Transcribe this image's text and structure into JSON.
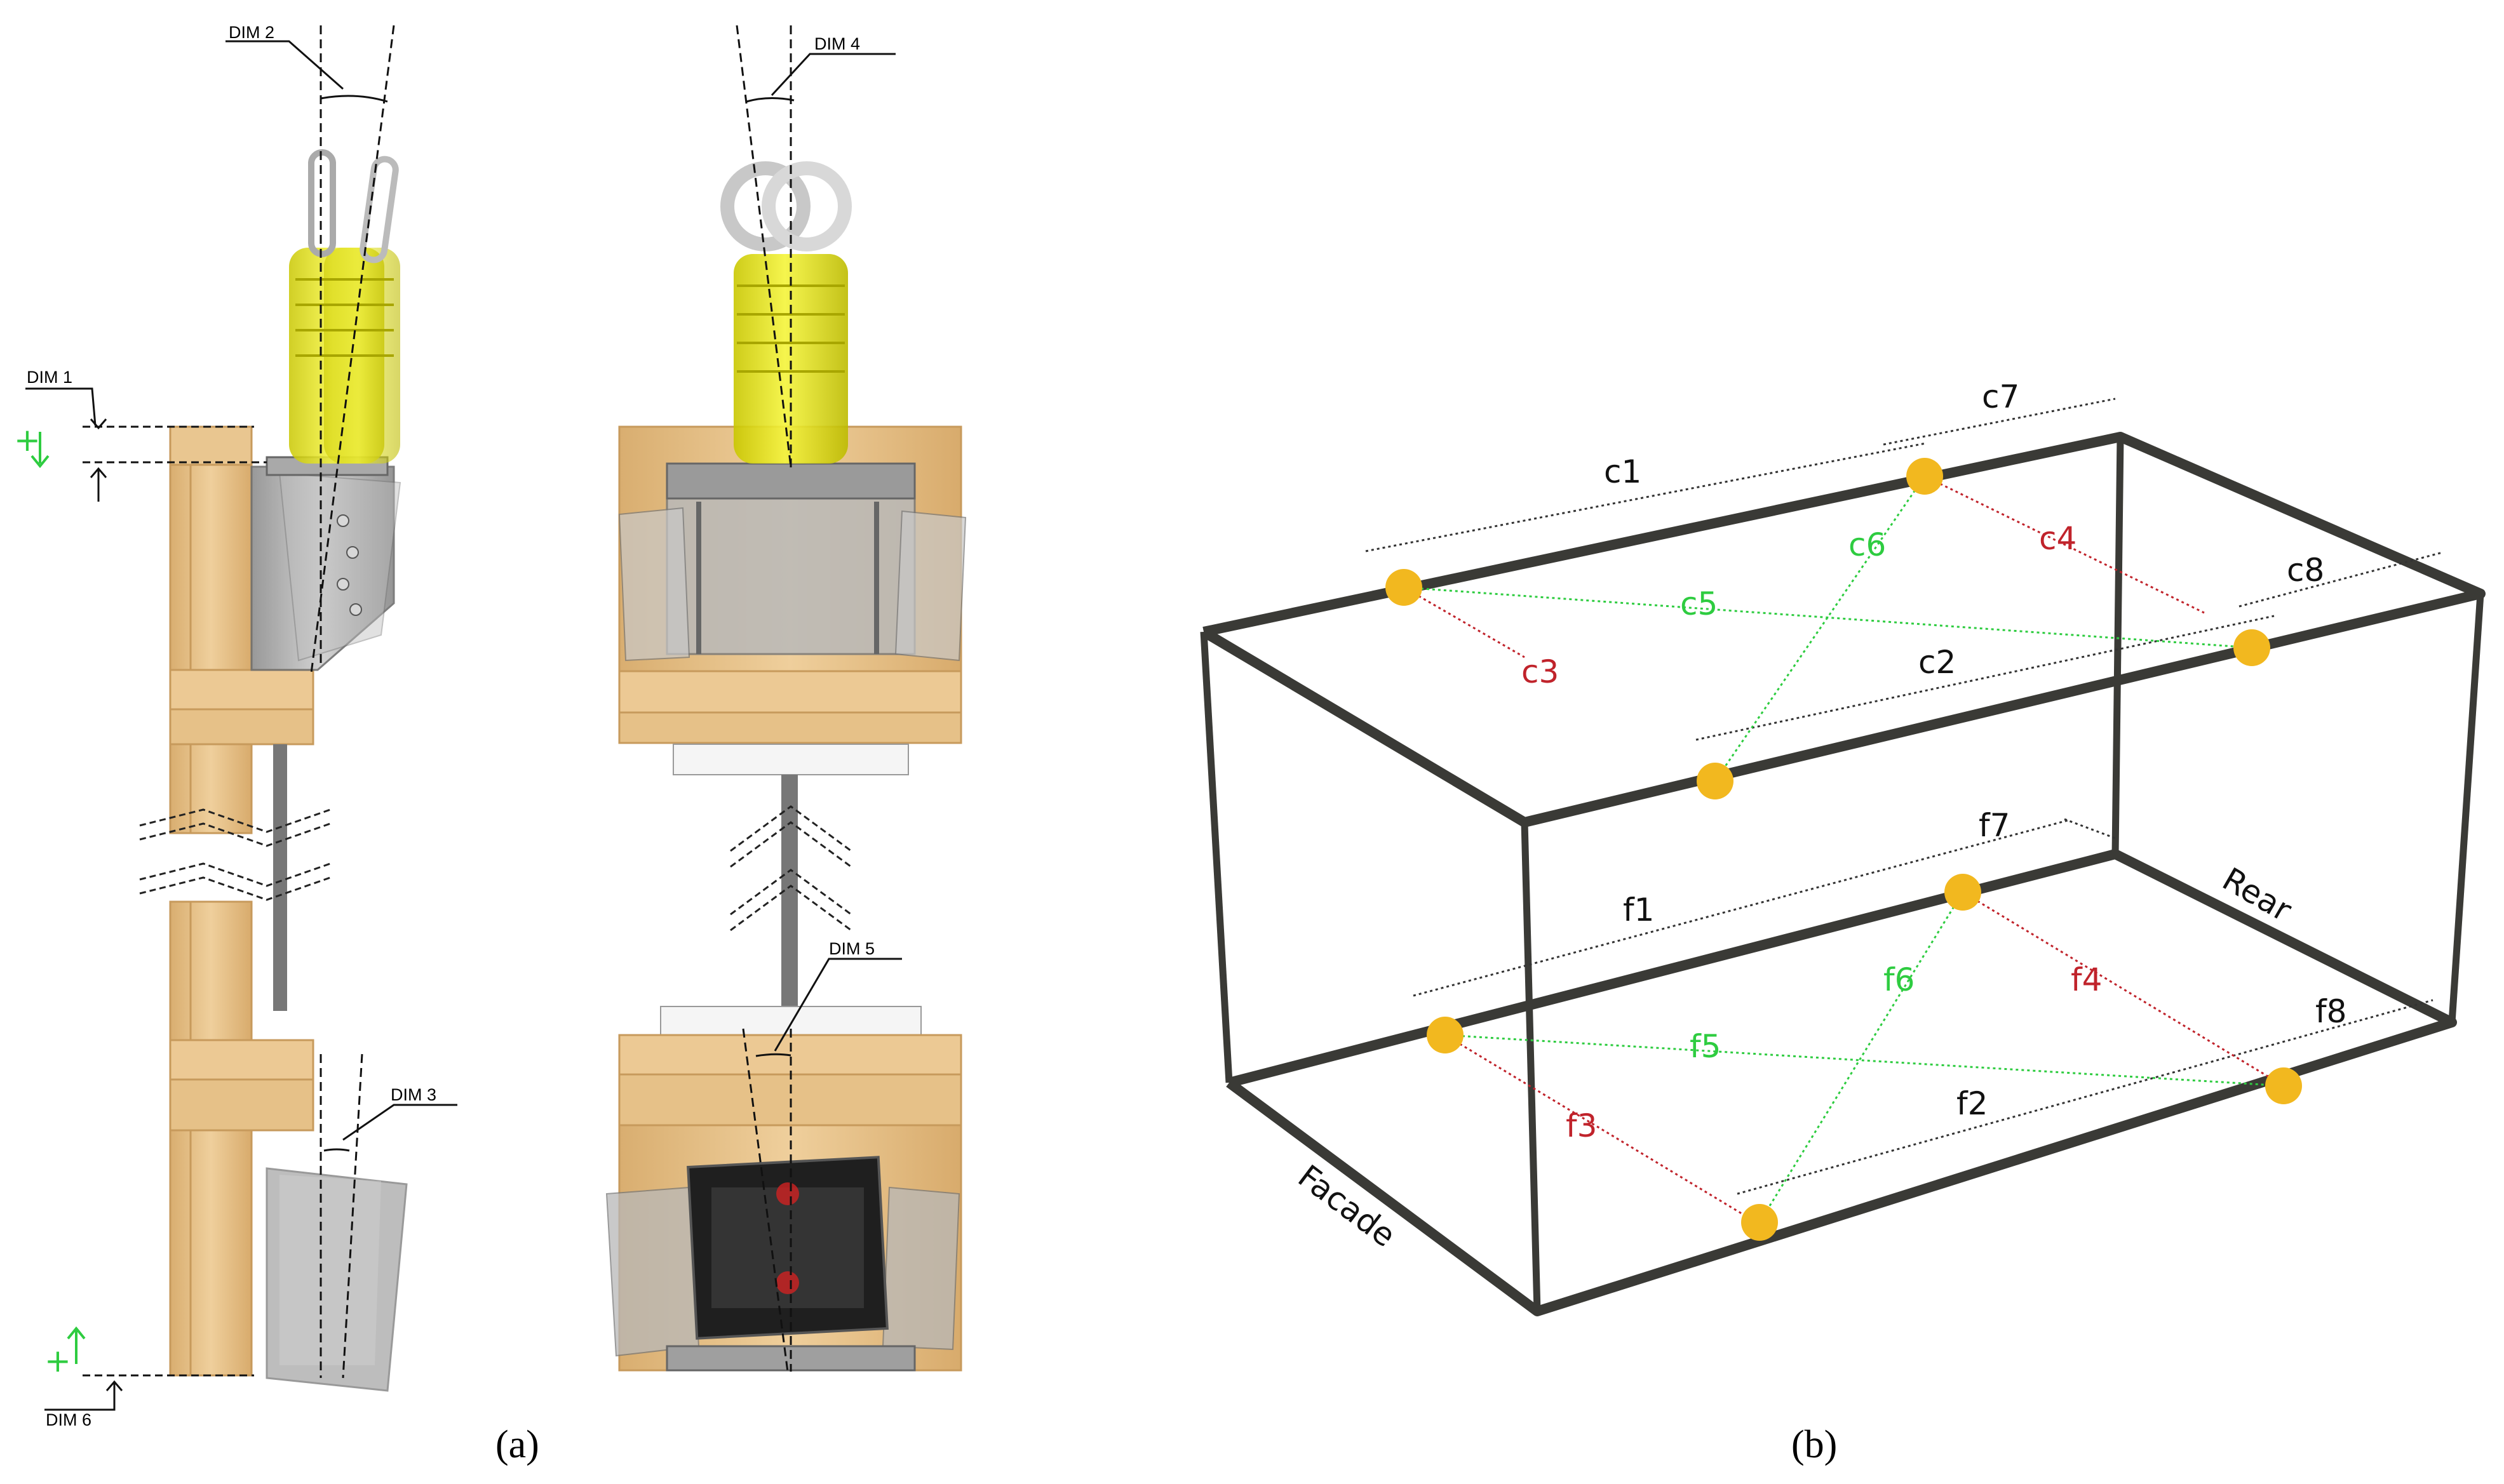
{
  "panel_a": {
    "caption": "(a)",
    "dims": [
      "DIM 1",
      "DIM 2",
      "DIM 3",
      "DIM 4",
      "DIM 5",
      "DIM 6"
    ],
    "plus_sign": "+"
  },
  "panel_b": {
    "caption": "(b)",
    "ceiling_labels": {
      "c1": "c1",
      "c2": "c2",
      "c3": "c3",
      "c4": "c4",
      "c5": "c5",
      "c6": "c6",
      "c7": "c7",
      "c8": "c8"
    },
    "floor_labels": {
      "f1": "f1",
      "f2": "f2",
      "f3": "f3",
      "f4": "f4",
      "f5": "f5",
      "f6": "f6",
      "f7": "f7",
      "f8": "f8"
    },
    "side_labels": {
      "facade": "Facade",
      "rear": "Rear"
    }
  },
  "colors": {
    "wood": "#e8c48c",
    "yellow_isolator": "#e6e61a",
    "steel_gray": "#9a9a9a",
    "frame": "#3a3a36",
    "sensor": "#f2b81f",
    "green_label": "#2ecc40",
    "red_label": "#c0232b"
  }
}
